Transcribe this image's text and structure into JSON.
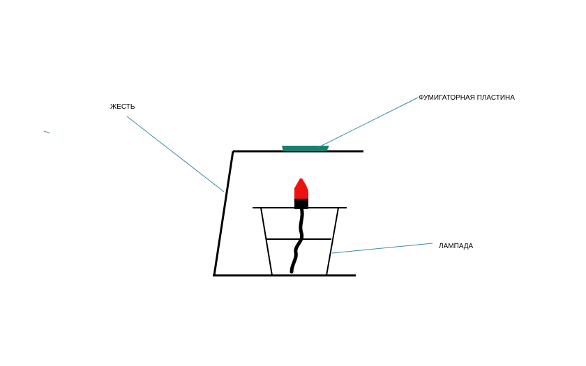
{
  "labels": {
    "tin": "ЖЕСТЬ",
    "fumigator_plate": "ФУМИГАТОРНАЯ ПЛАСТИНА",
    "lamp": "ЛАМПАДА"
  },
  "colors": {
    "leader_line": "#3a8aa5",
    "structure": "#000000",
    "plate": "#1a7f73",
    "flame": "#ee1111",
    "wick": "#000000",
    "background": "#ffffff"
  }
}
